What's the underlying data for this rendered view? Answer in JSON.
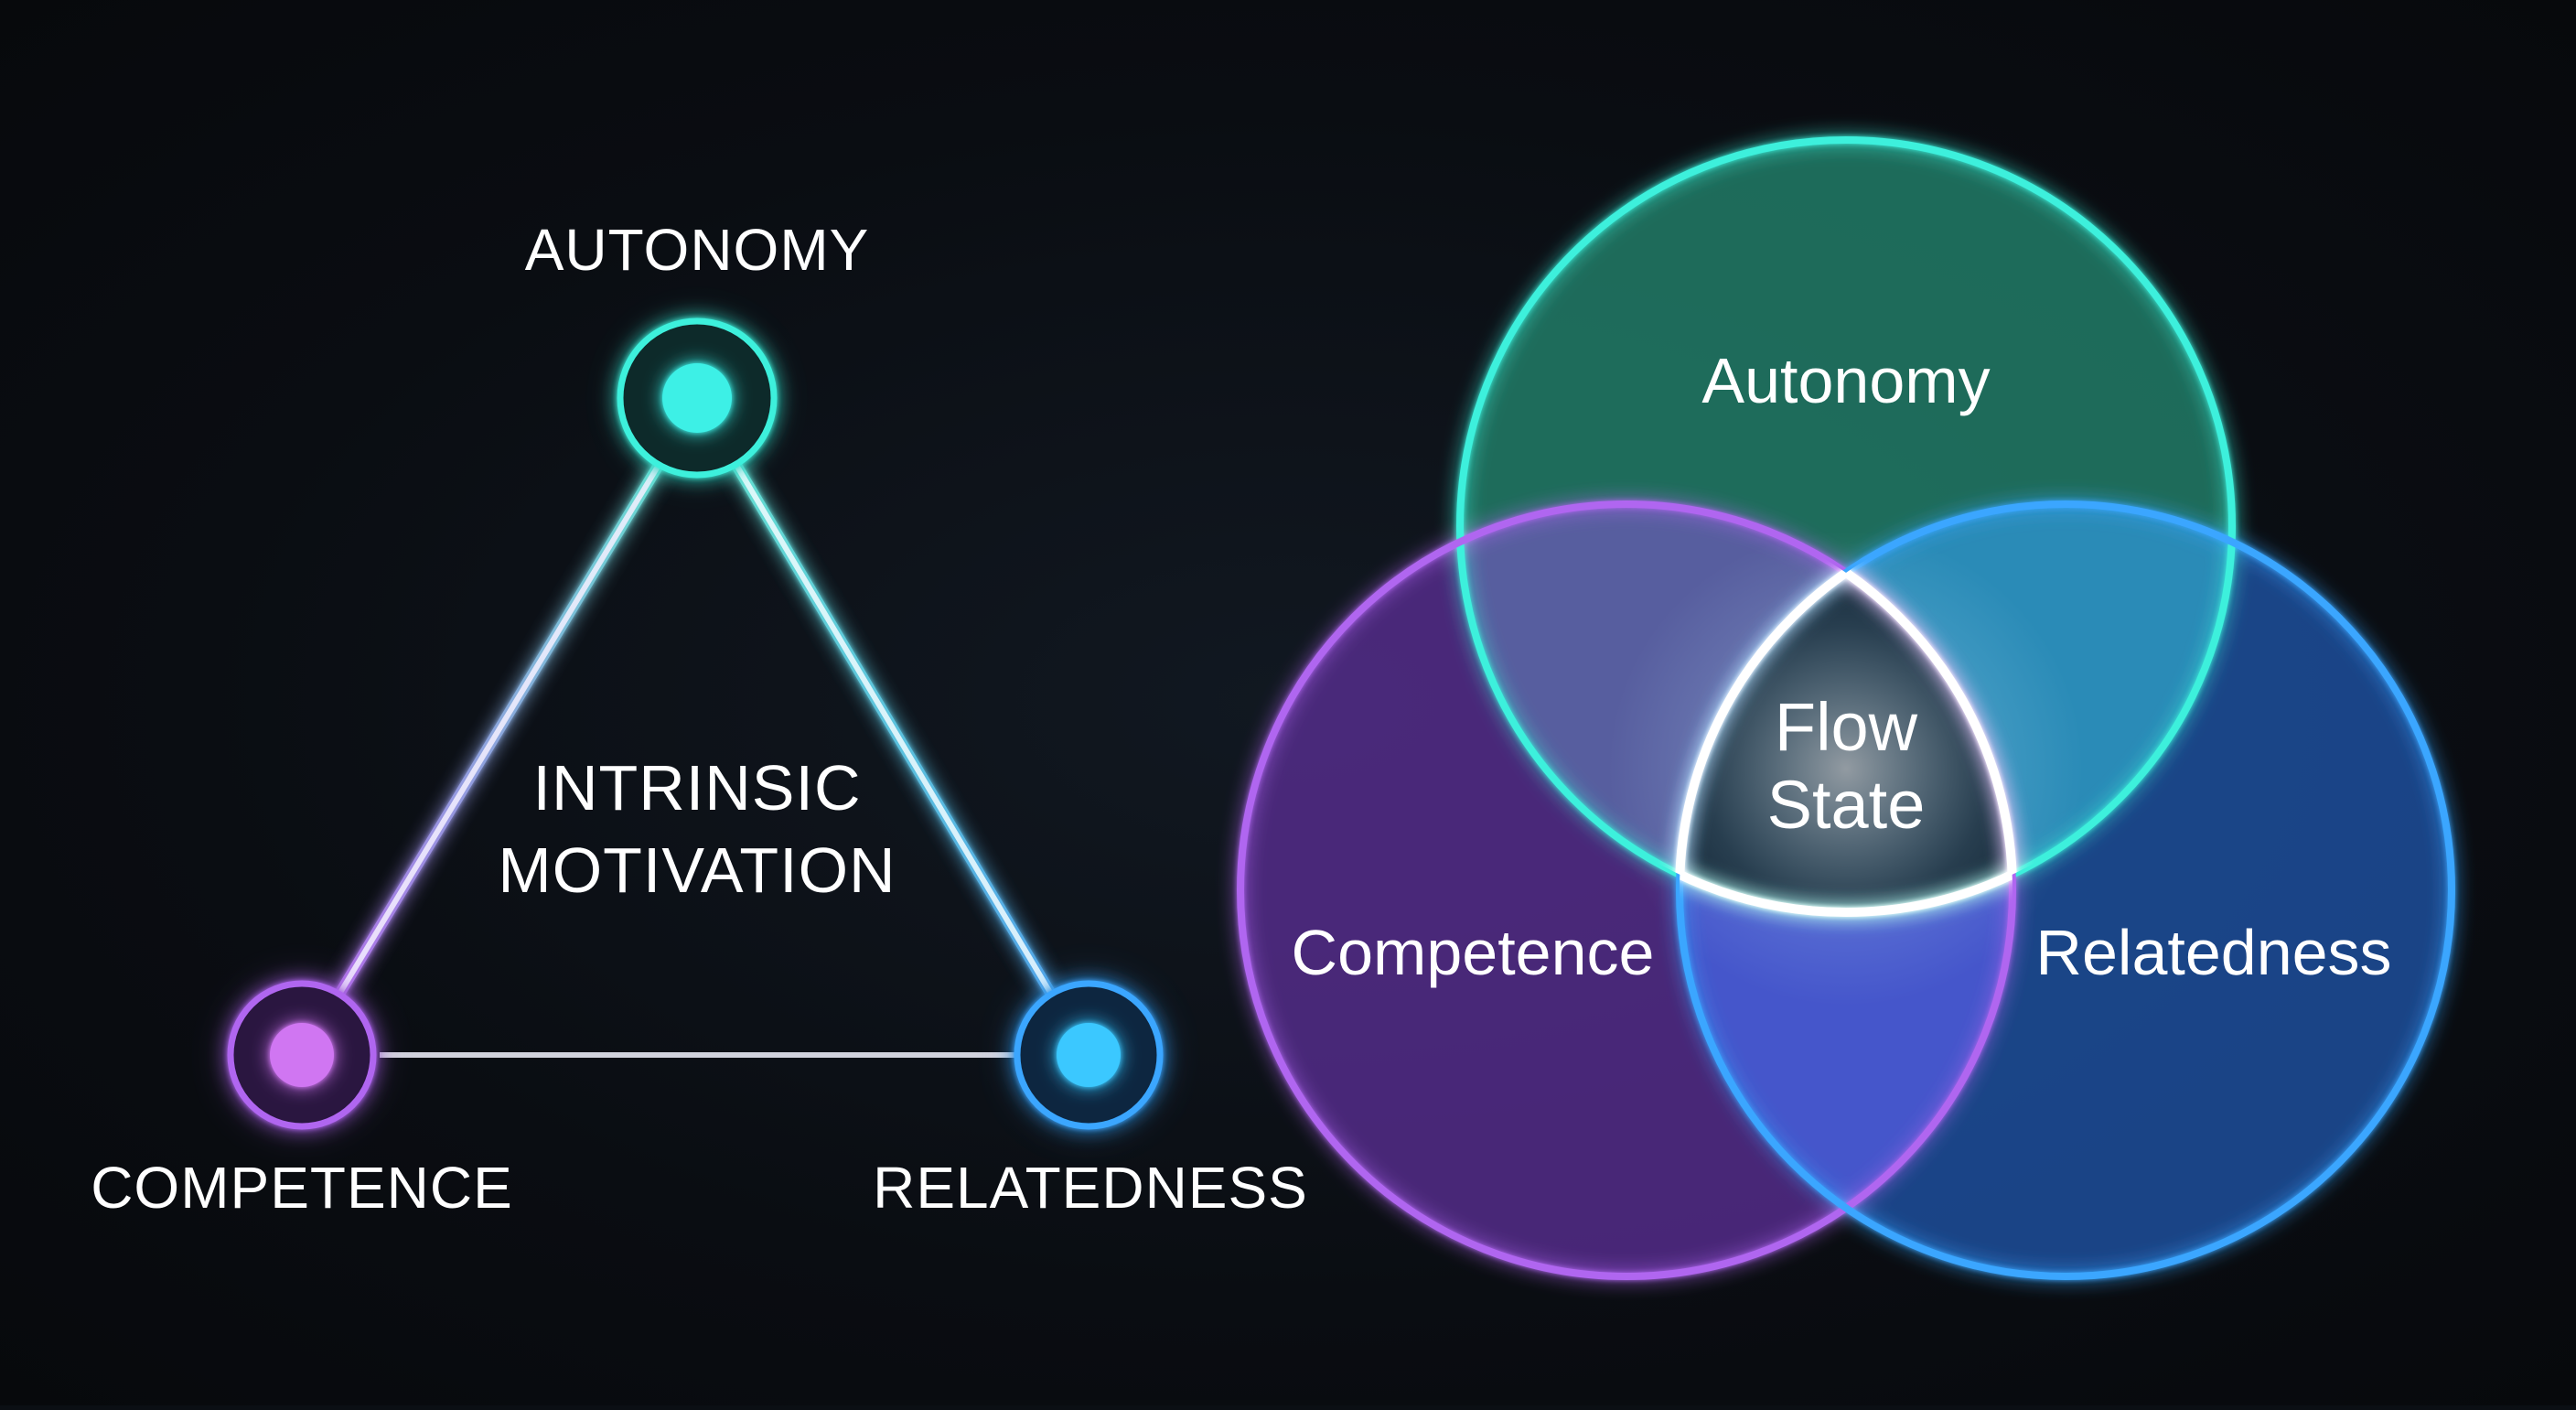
{
  "triangle": {
    "top_label": "AUTONOMY",
    "left_label": "COMPETENCE",
    "right_label": "RELATEDNESS",
    "center_line1": "INTRINSIC",
    "center_line2": "MOTIVATION"
  },
  "venn": {
    "top_label": "Autonomy",
    "left_label": "Competence",
    "right_label": "Relatedness",
    "center_line1": "Flow",
    "center_line2": "State"
  },
  "colors": {
    "teal": "#3cf0dc",
    "purple": "#b066f0",
    "blue": "#3aa6ff",
    "background": "#0a0d12"
  }
}
